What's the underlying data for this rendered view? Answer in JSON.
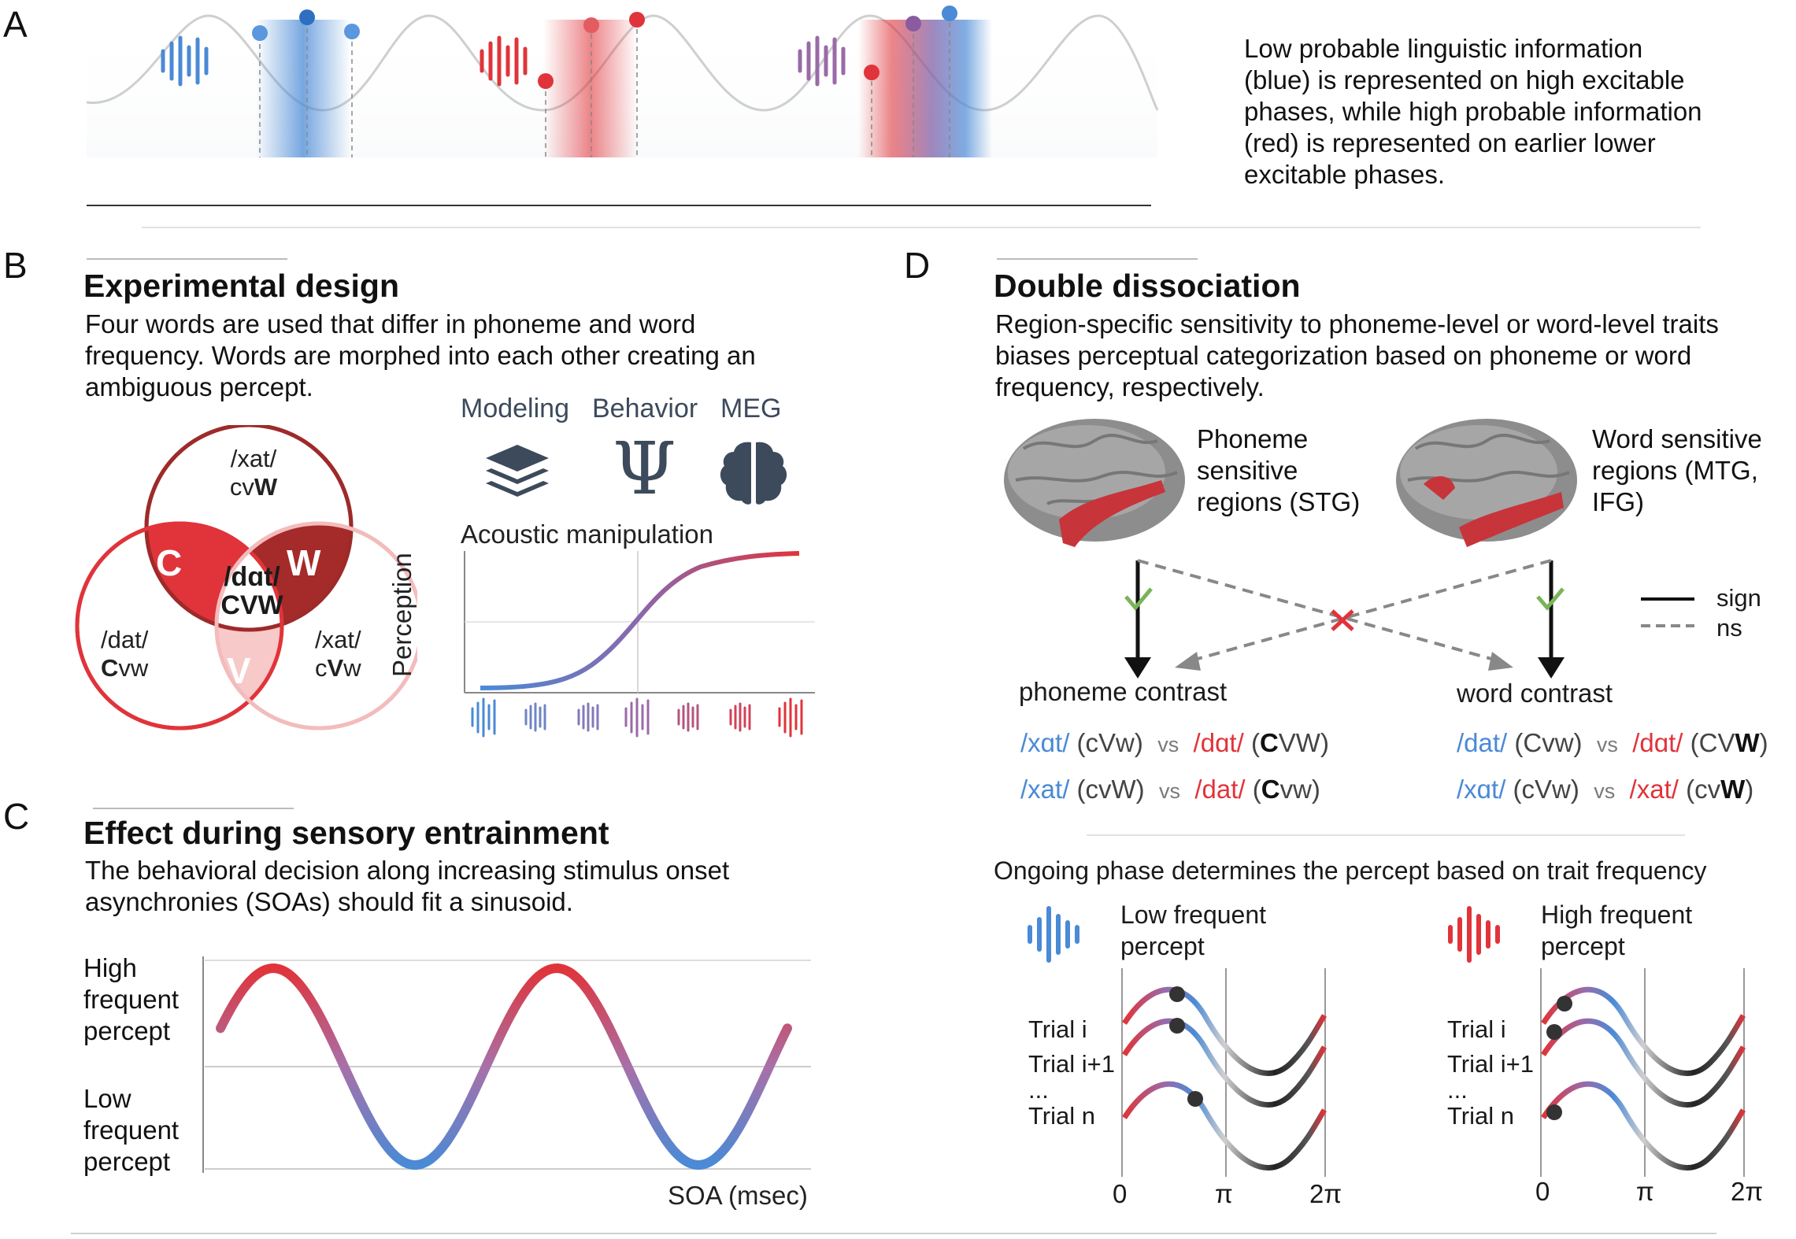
{
  "panels": {
    "a": "A",
    "b": "B",
    "c": "C",
    "d": "D"
  },
  "panel_a": {
    "description_lines": [
      "Low probable linguistic information",
      "(blue) is represented on high excitable",
      "phases, while high probable information",
      "(red) is represented on earlier lower",
      "excitable phases."
    ],
    "colors": {
      "blue": "#4a8ad6",
      "red": "#e0343a",
      "purple": "#9a6aa8"
    }
  },
  "panel_b": {
    "title": "Experimental design",
    "description_lines": [
      "Four words are used that differ in phoneme and word",
      "frequency. Words are morphed into each other creating an",
      "ambiguous percept."
    ],
    "venn": {
      "top": {
        "word": "/xat/",
        "code_plain": "cv",
        "code_bold": "W"
      },
      "left": {
        "word": "/dat/",
        "code_bold": "C",
        "code_plain": "vw"
      },
      "right": {
        "word": "/xat/",
        "code_plain1": "c",
        "code_bold": "V",
        "code_plain2": "w"
      },
      "center": {
        "word": "/dɑt/",
        "code": "CVW"
      },
      "c_letter": "C",
      "w_letter": "W",
      "v_letter": "V"
    },
    "methods": [
      "Modeling",
      "Behavior",
      "MEG"
    ],
    "method_icons": [
      "layers-icon",
      "psi-icon",
      "brain-icon"
    ],
    "psi_symbol": "Ψ",
    "acoustic_title": "Acoustic manipulation",
    "y_axis_label": "Perception"
  },
  "panel_c": {
    "title": "Effect during sensory entrainment",
    "description_lines": [
      "The behavioral decision along increasing stimulus onset",
      "asynchronies (SOAs) should fit a sinusoid."
    ],
    "y_high_lines": [
      "High",
      "frequent",
      "percept"
    ],
    "y_low_lines": [
      "Low",
      "frequent",
      "percept"
    ],
    "x_label": "SOA (msec)"
  },
  "panel_d": {
    "title": "Double dissociation",
    "description_lines": [
      "Region-specific sensitivity to phoneme-level or word-level traits",
      "biases perceptual categorization based on phoneme or word",
      "frequency, respectively."
    ],
    "phoneme_regions_lines": [
      "Phoneme",
      "sensitive",
      "regions (STG)"
    ],
    "word_regions_lines": [
      "Word sensitive",
      "regions (MTG,",
      "IFG)"
    ],
    "legend": {
      "solid": "sign",
      "dashed": "ns"
    },
    "phoneme_contrast": "phoneme contrast",
    "word_contrast": "word contrast",
    "vs": "vs",
    "phoneme_rows": [
      {
        "w1": "/xɑt/",
        "c1": "(cVw)",
        "w2": "/dɑt/",
        "c2a": "(",
        "c2b": "C",
        "c2c": "VW)"
      },
      {
        "w1": "/xat/",
        "c1": "(cvW)",
        "w2": "/dat/",
        "c2a": "(",
        "c2b": "C",
        "c2c": "vw)"
      }
    ],
    "word_rows": [
      {
        "w1": "/dat/",
        "c1": "(Cvw)",
        "w2": "/dɑt/",
        "c2a": "(CV",
        "c2b": "W",
        "c2c": ")"
      },
      {
        "w1": "/xɑt/",
        "c1": "(cVw)",
        "w2": "/xat/",
        "c2a": "(cv",
        "c2b": "W",
        "c2c": ")"
      }
    ],
    "ongoing_title": "Ongoing phase determines the percept based on trait frequency",
    "low_percept_lines": [
      "Low frequent",
      "percept"
    ],
    "high_percept_lines": [
      "High frequent",
      "percept"
    ],
    "trials": [
      "Trial i",
      "Trial i+1",
      "...",
      "Trial n"
    ],
    "x_ticks": [
      "0",
      "π",
      "2π"
    ]
  }
}
